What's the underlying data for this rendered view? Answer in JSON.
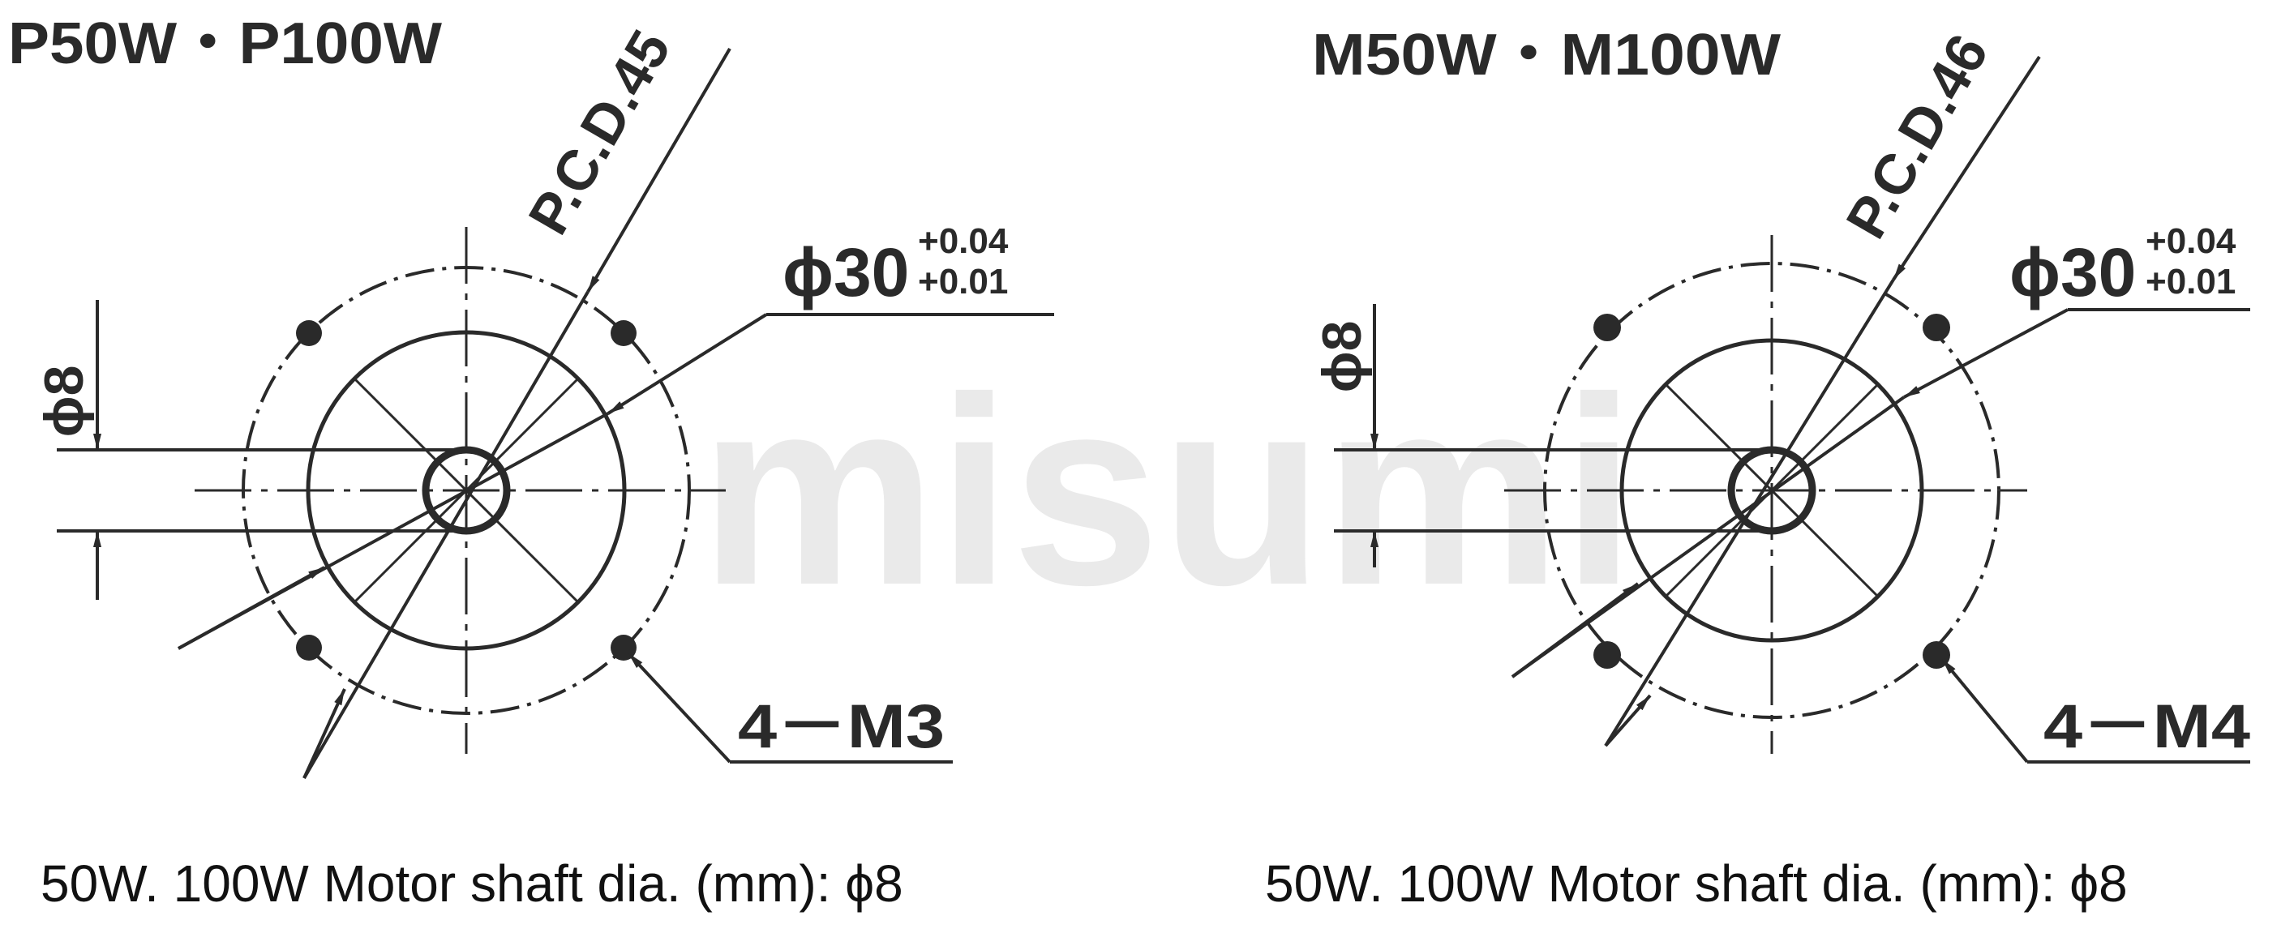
{
  "watermark": "misumi",
  "drawings": [
    {
      "title": "P50W・P100W",
      "pcd_label": "P.C.D.45",
      "bore_label": "ϕ30",
      "bore_tol_upper": "+0.04",
      "bore_tol_lower": "+0.01",
      "shaft_label": "ϕ8",
      "screw_label": "4－M3",
      "caption": "50W. 100W Motor shaft dia. (mm): ϕ8"
    },
    {
      "title": "M50W・M100W",
      "pcd_label": "P.C.D.46",
      "bore_label": "ϕ30",
      "bore_tol_upper": "+0.04",
      "bore_tol_lower": "+0.01",
      "shaft_label": "ϕ8",
      "screw_label": "4－M4",
      "caption": "50W. 100W Motor shaft dia. (mm): ϕ8"
    }
  ],
  "colors": {
    "line": "#2a2a2a",
    "watermark": "#d9d9d9",
    "background": "#ffffff"
  }
}
